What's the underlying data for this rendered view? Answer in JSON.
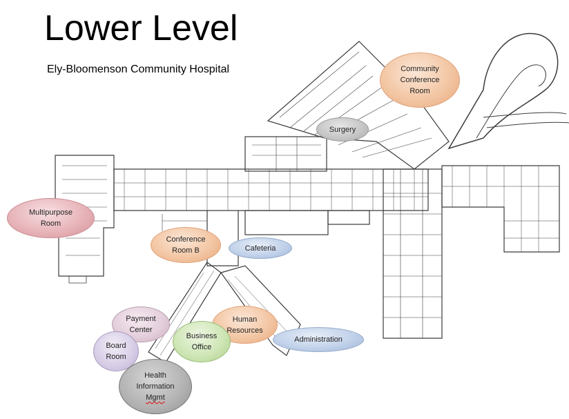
{
  "header": {
    "title": "Lower Level",
    "subtitle": "Ely-Bloomenson Community Hospital"
  },
  "rooms": [
    {
      "id": "community",
      "label": "Community\nConference\nRoom"
    },
    {
      "id": "surgery",
      "label": "Surgery"
    },
    {
      "id": "multipurpose",
      "label": "Multipurpose\nRoom"
    },
    {
      "id": "conf-b",
      "label": "Conference\nRoom B"
    },
    {
      "id": "cafeteria",
      "label": "Cafeteria"
    },
    {
      "id": "payment",
      "label": "Payment\nCenter"
    },
    {
      "id": "hr",
      "label": "Human\nResources"
    },
    {
      "id": "business",
      "label": "Business\nOffice"
    },
    {
      "id": "administration",
      "label": "Administration"
    },
    {
      "id": "board",
      "label": "Board\nRoom"
    },
    {
      "id": "him",
      "label_lines": [
        "Health",
        "Information"
      ],
      "label_last": "Mgmt"
    }
  ]
}
